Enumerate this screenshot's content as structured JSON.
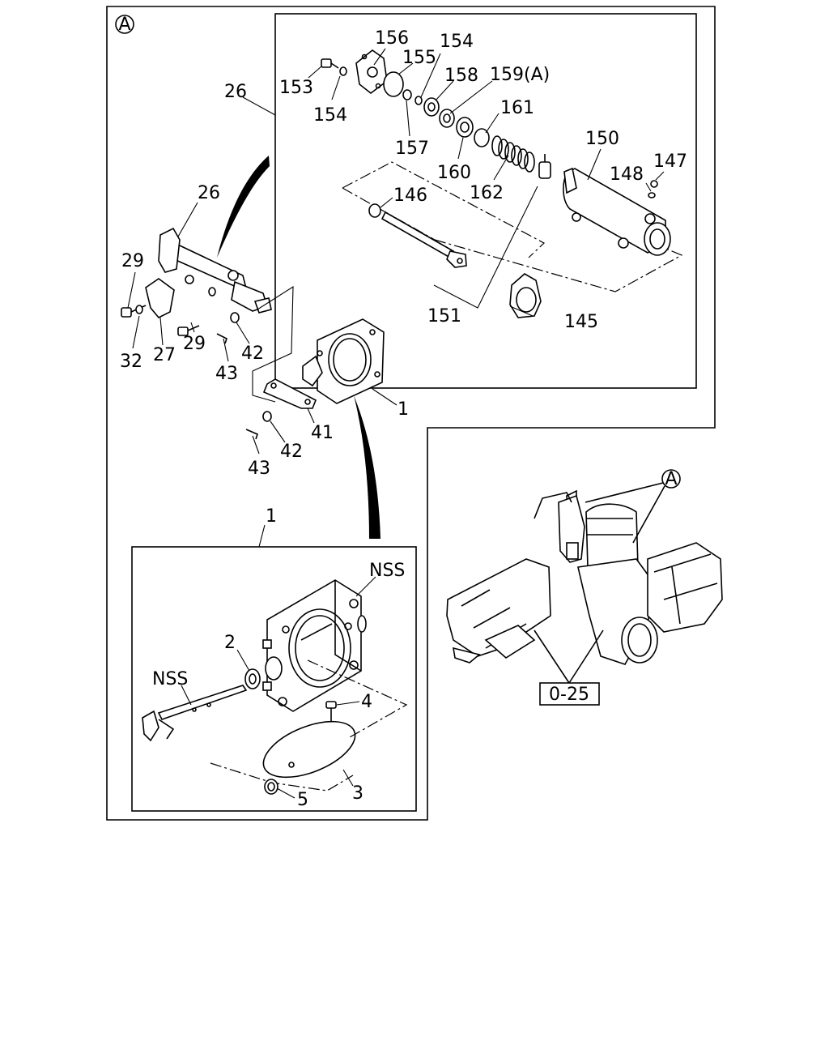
{
  "callouts": {
    "circle_a_main": "A",
    "circle_a_engine": "A",
    "ref_box": "0-25"
  },
  "labels": {
    "p156": "156",
    "p154_top": "154",
    "p155": "155",
    "p153": "153",
    "p154_bot": "154",
    "p158": "158",
    "p159": "159(A)",
    "p161": "161",
    "p157": "157",
    "p160": "160",
    "p162": "162",
    "p150": "150",
    "p148": "148",
    "p147": "147",
    "p146": "146",
    "p151": "151",
    "p145": "145",
    "p26_top": "26",
    "p26": "26",
    "p29_left": "29",
    "p32": "32",
    "p27": "27",
    "p29_mid": "29",
    "p42_top": "42",
    "p43_top": "43",
    "p1_main": "1",
    "p41": "41",
    "p42_bot": "42",
    "p43_bot": "43",
    "p1_detail": "1",
    "nss_top": "NSS",
    "p2": "2",
    "nss_left": "NSS",
    "p4": "4",
    "p3": "3",
    "p5": "5"
  }
}
